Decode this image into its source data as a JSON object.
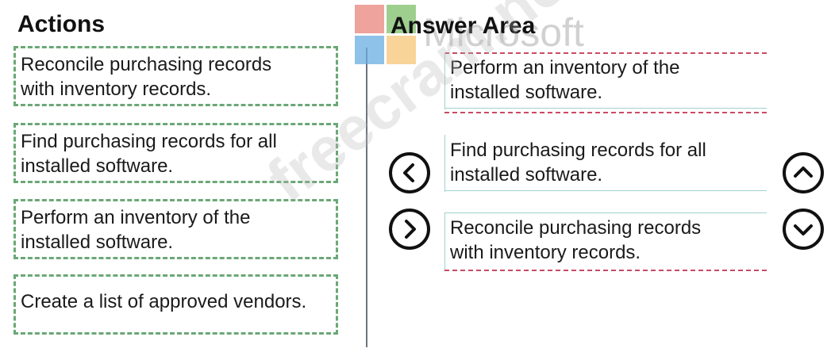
{
  "actions_heading": "Actions",
  "answer_heading": "Answer Area",
  "actions": [
    {
      "label": "Reconcile purchasing records\nwith inventory records."
    },
    {
      "label": "Find purchasing records for all\ninstalled software."
    },
    {
      "label": "Perform an inventory of the\ninstalled software."
    },
    {
      "label": "Create a list of approved vendors."
    }
  ],
  "answer": [
    {
      "label": "Perform an inventory of the\ninstalled software."
    },
    {
      "label": "Find purchasing records for all\ninstalled software."
    },
    {
      "label": "Reconcile purchasing records\nwith inventory records."
    }
  ],
  "buttons": {
    "move_left_icon": "chevron-left-icon",
    "move_right_icon": "chevron-right-icon",
    "move_up_icon": "chevron-up-icon",
    "move_down_icon": "chevron-down-icon"
  },
  "watermark": {
    "logo_text": "Microsoft",
    "site_text": "freecram.net"
  },
  "colors": {
    "action_border": "#6aa876",
    "answer_dashed": "#c94a64",
    "answer_solid": "#9fd2cc",
    "logo_red": "#e8847c",
    "logo_green": "#7fbf6a",
    "logo_blue": "#6aaee0",
    "logo_yellow": "#f6c577"
  }
}
